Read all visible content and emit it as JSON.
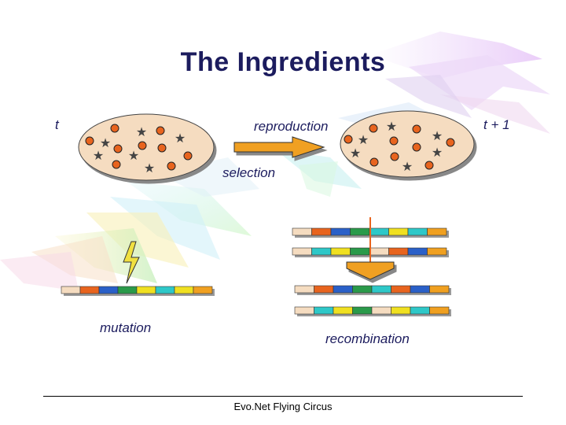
{
  "title": "The Ingredients",
  "labels": {
    "t": "t",
    "t_plus_1": "t + 1",
    "reproduction": "reproduction",
    "selection": "selection",
    "mutation": "mutation",
    "recombination": "recombination"
  },
  "footer": "Evo.Net Flying Circus",
  "colors": {
    "title": "#1c1c5e",
    "arrow": "#f0a020",
    "ellipse": "#f5dcc0",
    "individual_circle": "#e8641e",
    "cut_line": "#e8641e",
    "lightning": "#f0e040"
  },
  "chromosomes": {
    "parent_a": [
      "#f5dcc0",
      "#e8641e",
      "#2a60c8",
      "#2a9a4a",
      "#2ec8c8",
      "#f0e020",
      "#2ec8c8",
      "#f0a020"
    ],
    "parent_b": [
      "#f5dcc0",
      "#2ec8c8",
      "#f0e020",
      "#2a9a4a",
      "#f5dcc0",
      "#e8641e",
      "#2a60c8",
      "#f0a020"
    ],
    "offspring_a": [
      "#f5dcc0",
      "#e8641e",
      "#2a60c8",
      "#2a9a4a",
      "#2ec8c8",
      "#e8641e",
      "#2a60c8",
      "#f0a020"
    ],
    "offspring_b": [
      "#f5dcc0",
      "#2ec8c8",
      "#f0e020",
      "#2a9a4a",
      "#f5dcc0",
      "#f0e020",
      "#2ec8c8",
      "#f0a020"
    ],
    "mutant": [
      "#f5dcc0",
      "#e8641e",
      "#2a60c8",
      "#2a9a4a",
      "#f0e020",
      "#2ec8c8",
      "#f0e020",
      "#f0a020"
    ]
  }
}
